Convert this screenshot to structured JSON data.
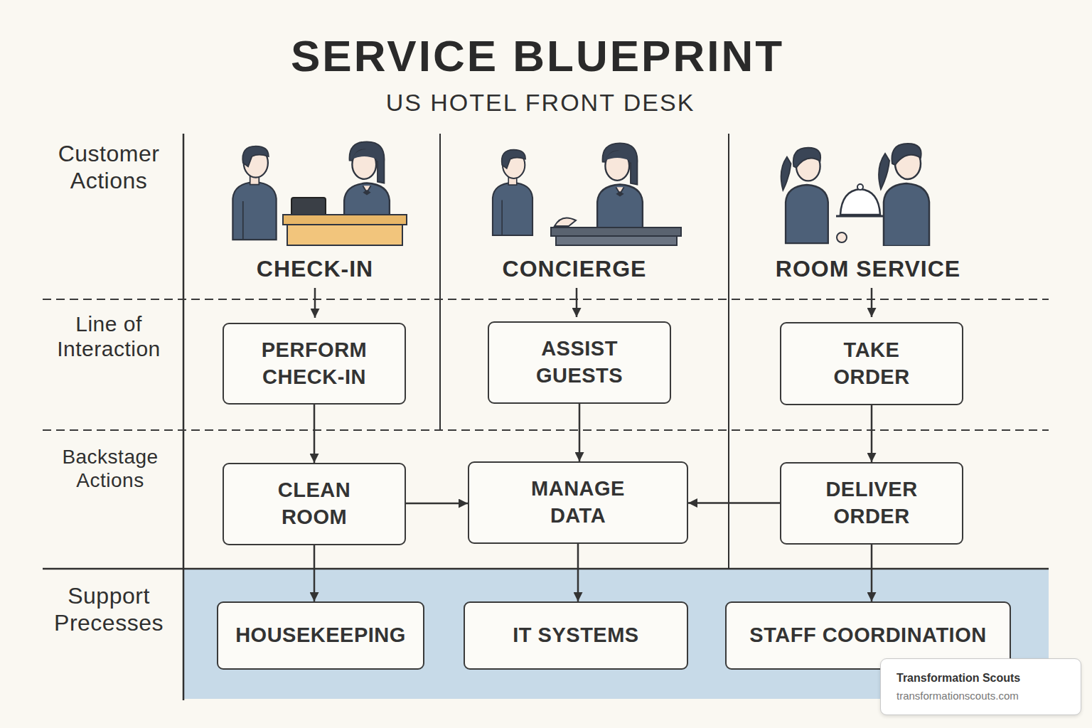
{
  "diagram": {
    "title": "SERVICE BLUEPRINT",
    "nodes": [
      {
        "text": [
          "PERFORM CHECK-IN"
        ]
      },
      {
        "text": [
          "ASSIST GUESTS"
        ]
      },
      {
        "text": [
          "TAKE ORDER"
        ]
      },
      {
        "text": [
          "CLEAN ROOM"
        ]
      },
      {
        "text": [
          "MANAGE DATA"
        ]
      },
      {
        "text": [
          "DELIVER ORDER"
        ]
      },
      {
        "text": [
          "HOUSEKEEPING"
        ]
      },
      {
        "text": [
          "IT SYSTEMS"
        ]
      },
      {
        "text": [
          "STAFF COORDINATION"
        ]
      },
      {
        "text": [
          "Transformation Scouts",
          "transformationscouts.com"
        ]
      }
    ],
    "edges": [
      {
        "from": 0,
        "to": 3,
        "arrow": "to"
      },
      {
        "from": 1,
        "to": 4,
        "arrow": "to"
      },
      {
        "from": 2,
        "to": 5,
        "arrow": "to"
      },
      {
        "from": 3,
        "to": 4,
        "arrow": "to"
      },
      {
        "from": 5,
        "to": 4,
        "arrow": "to"
      },
      {
        "from": 3,
        "to": 6,
        "arrow": "to"
      },
      {
        "from": 4,
        "to": 7,
        "arrow": "to"
      },
      {
        "from": 5,
        "to": 8,
        "arrow": "to"
      }
    ],
    "labels": [
      "US HOTEL FRONT DESK",
      "Customer Actions",
      "CHECK-IN",
      "CONCIERGE",
      "ROOM SERVICE",
      "Line of Interaction",
      "Backstage Actions",
      "Support Precesses"
    ]
  }
}
